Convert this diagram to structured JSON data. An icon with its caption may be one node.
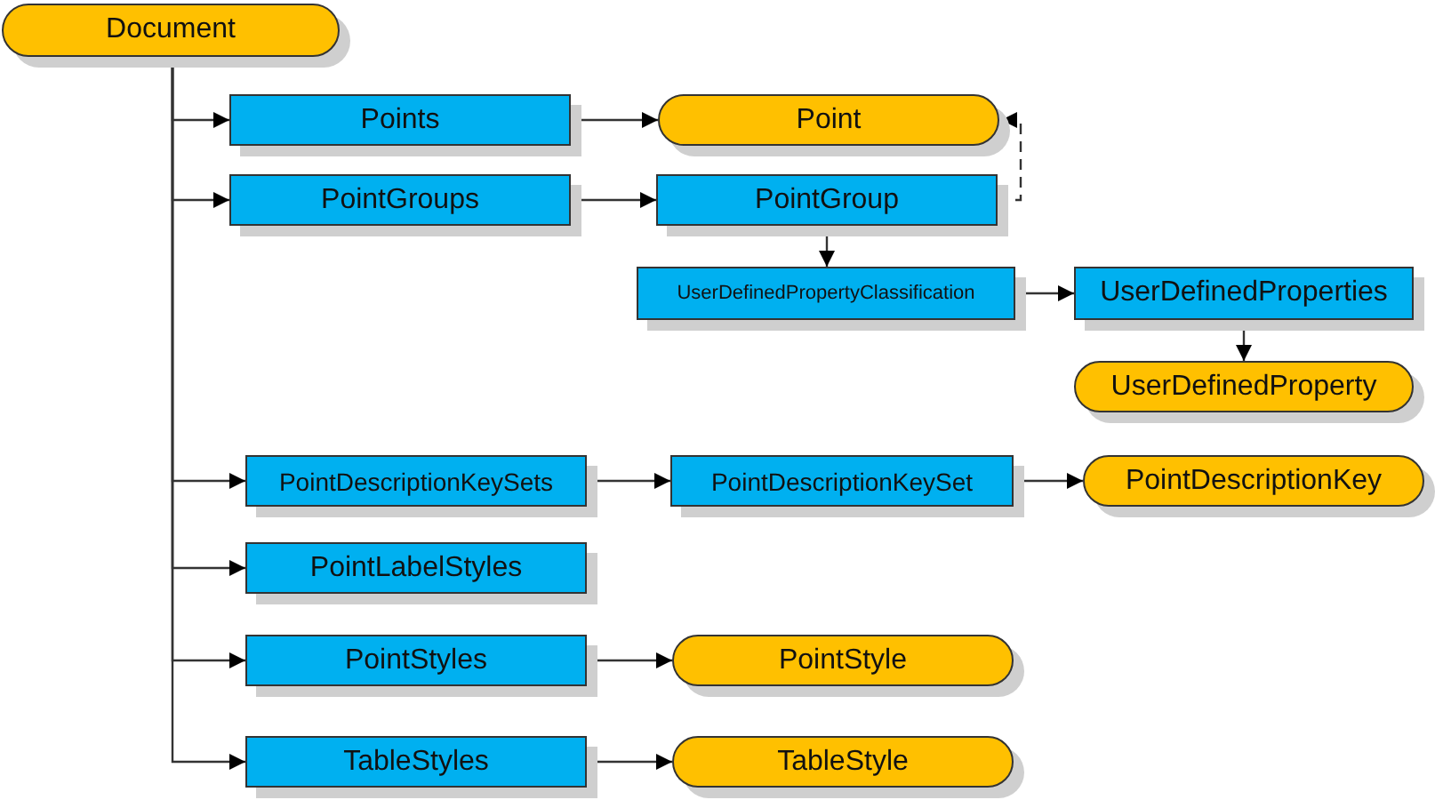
{
  "diagram": {
    "nodes": [
      {
        "text": [
          "Document"
        ]
      },
      {
        "text": [
          "Points"
        ]
      },
      {
        "text": [
          "Point"
        ]
      },
      {
        "text": [
          "PointGroups"
        ]
      },
      {
        "text": [
          "PointGroup"
        ]
      },
      {
        "text": [
          "UserDefinedPropertyClassification"
        ]
      },
      {
        "text": [
          "UserDefinedProperties"
        ]
      },
      {
        "text": [
          "UserDefinedProperty"
        ]
      },
      {
        "text": [
          "PointDescriptionKeySets"
        ]
      },
      {
        "text": [
          "PointDescriptionKeySet"
        ]
      },
      {
        "text": [
          "PointDescriptionKey"
        ]
      },
      {
        "text": [
          "PointLabelStyles"
        ]
      },
      {
        "text": [
          "PointStyles"
        ]
      },
      {
        "text": [
          "PointStyle"
        ]
      },
      {
        "text": [
          "TableStyles"
        ]
      },
      {
        "text": [
          "TableStyle"
        ]
      }
    ],
    "edges": [
      {
        "from": 0,
        "to": 1,
        "arrow": "to"
      },
      {
        "from": 0,
        "to": 3,
        "arrow": "to"
      },
      {
        "from": 0,
        "to": 8,
        "arrow": "to"
      },
      {
        "from": 0,
        "to": 11,
        "arrow": "to"
      },
      {
        "from": 0,
        "to": 12,
        "arrow": "to"
      },
      {
        "from": 0,
        "to": 14,
        "arrow": "to"
      },
      {
        "from": 1,
        "to": 2,
        "arrow": "to"
      },
      {
        "from": 3,
        "to": 4,
        "arrow": "to"
      },
      {
        "from": 4,
        "to": 2,
        "arrow": "to",
        "style": "dashed"
      },
      {
        "from": 4,
        "to": 5,
        "arrow": "to"
      },
      {
        "from": 5,
        "to": 6,
        "arrow": "to"
      },
      {
        "from": 6,
        "to": 7,
        "arrow": "to"
      },
      {
        "from": 8,
        "to": 9,
        "arrow": "to"
      },
      {
        "from": 9,
        "to": 10,
        "arrow": "to"
      },
      {
        "from": 12,
        "to": 13,
        "arrow": "to"
      },
      {
        "from": 14,
        "to": 15,
        "arrow": "to"
      }
    ]
  }
}
